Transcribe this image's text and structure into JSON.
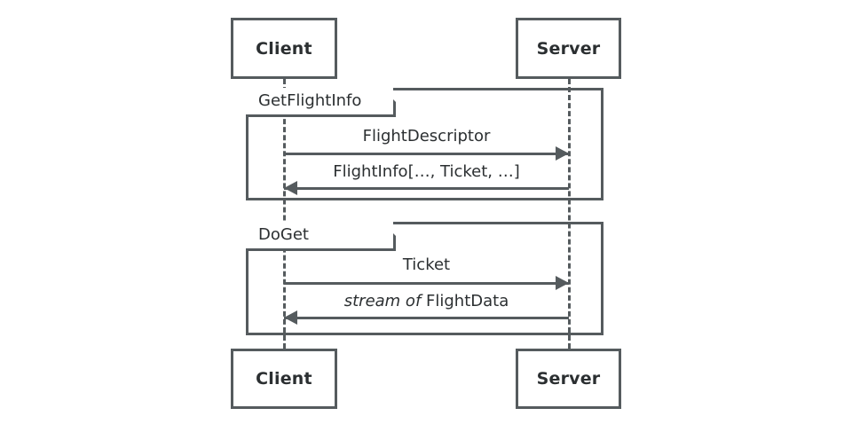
{
  "diagram": {
    "type": "uml-sequence-diagram",
    "background_color": "#ffffff",
    "line_color": "#555b5e",
    "text_color": "#2b2f31",
    "participants": [
      {
        "id": "client",
        "label": "Client"
      },
      {
        "id": "server",
        "label": "Server"
      }
    ],
    "participants_bottom": [
      {
        "id": "client-bottom",
        "label": "Client"
      },
      {
        "id": "server-bottom",
        "label": "Server"
      }
    ],
    "fragments": [
      {
        "id": "getflightinfo",
        "label": "GetFlightInfo",
        "messages": [
          {
            "id": "flightdescriptor",
            "label": "FlightDescriptor",
            "direction": "right",
            "from": "client",
            "to": "server"
          },
          {
            "id": "flightinfo",
            "label": "FlightInfo[…, Ticket, …]",
            "direction": "left",
            "from": "server",
            "to": "client"
          }
        ]
      },
      {
        "id": "doget",
        "label": "DoGet",
        "messages": [
          {
            "id": "ticket",
            "label": "Ticket",
            "direction": "right",
            "from": "client",
            "to": "server"
          },
          {
            "id": "streamflightdata",
            "label_italic": "stream of",
            "label_rest": "FlightData",
            "label": "stream of FlightData",
            "direction": "left",
            "from": "server",
            "to": "client"
          }
        ]
      }
    ]
  }
}
